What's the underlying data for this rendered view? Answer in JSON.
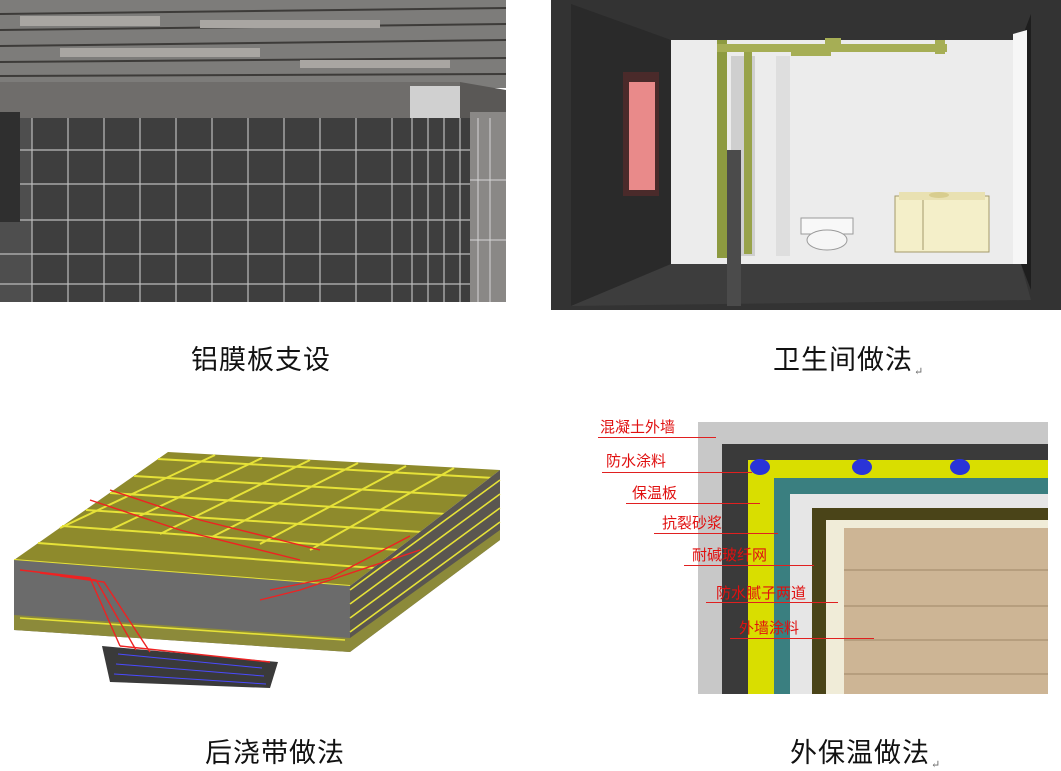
{
  "figures": [
    {
      "caption": "铝膜板支设",
      "mark": ""
    },
    {
      "caption": "卫生间做法",
      "mark": "↵"
    },
    {
      "caption": "后浇带做法",
      "mark": ""
    },
    {
      "caption": "外保温做法",
      "mark": "↵"
    }
  ],
  "insulation_labels": [
    "混凝土外墙",
    "防水涂料",
    "保温板",
    "抗裂砂浆",
    "耐碱玻纤网",
    "防水腻子两道",
    "外墙涂料"
  ],
  "colors": {
    "label_red": "#e01010",
    "wall_dark": "#3a3a3a",
    "insulation_yellow": "#d9de00",
    "mortar_teal": "#3a7f80",
    "wood": "#cdb595"
  }
}
